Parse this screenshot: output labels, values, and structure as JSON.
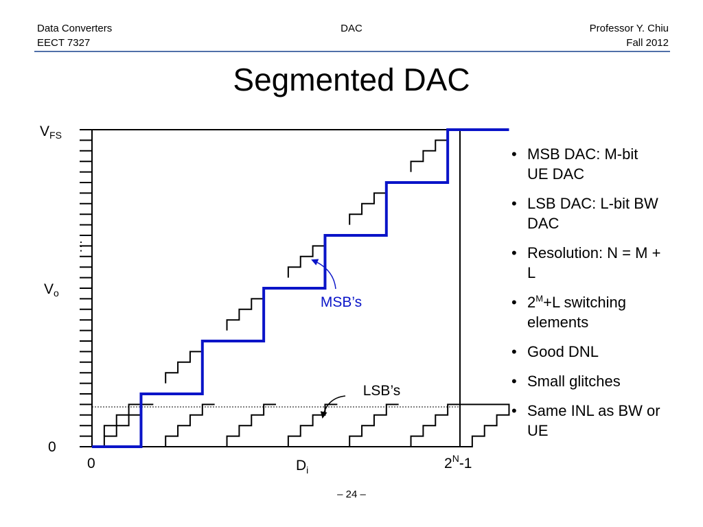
{
  "header": {
    "course": "Data Converters",
    "code": "EECT 7327",
    "topic": "DAC",
    "instructor": "Professor Y. Chiu",
    "term": "Fall 2012"
  },
  "title": "Segmented DAC",
  "diagram": {
    "y_top_label": "V",
    "y_top_sub": "FS",
    "y_mid_label": "V",
    "y_mid_sub": "o",
    "y_zero_label": "0",
    "y_ellipsis": "⋮",
    "x_zero_label": "0",
    "x_end_base": "2",
    "x_end_sup": "N",
    "x_end_tail": "-1",
    "x_axis_label": "D",
    "x_axis_sub": "i",
    "msb_label": "MSB’s",
    "lsb_label": "LSB’s",
    "msb_steps": 6,
    "lsb_steps_per_msb": 4,
    "colors": {
      "msb": "#0a14c8",
      "lsb": "#000000",
      "msb_label": "#0a14c8"
    }
  },
  "bullets": [
    {
      "text": "MSB DAC: M-bit UE DAC"
    },
    {
      "text": "LSB DAC: L-bit BW DAC"
    },
    {
      "text": "Resolution: N = M + L"
    },
    {
      "pre": "2",
      "sup": "M",
      "post": "+L switching elements"
    },
    {
      "text": "Good DNL"
    },
    {
      "text": "Small glitches"
    },
    {
      "text": "Same INL as BW or UE"
    }
  ],
  "footer": "– 24 –"
}
